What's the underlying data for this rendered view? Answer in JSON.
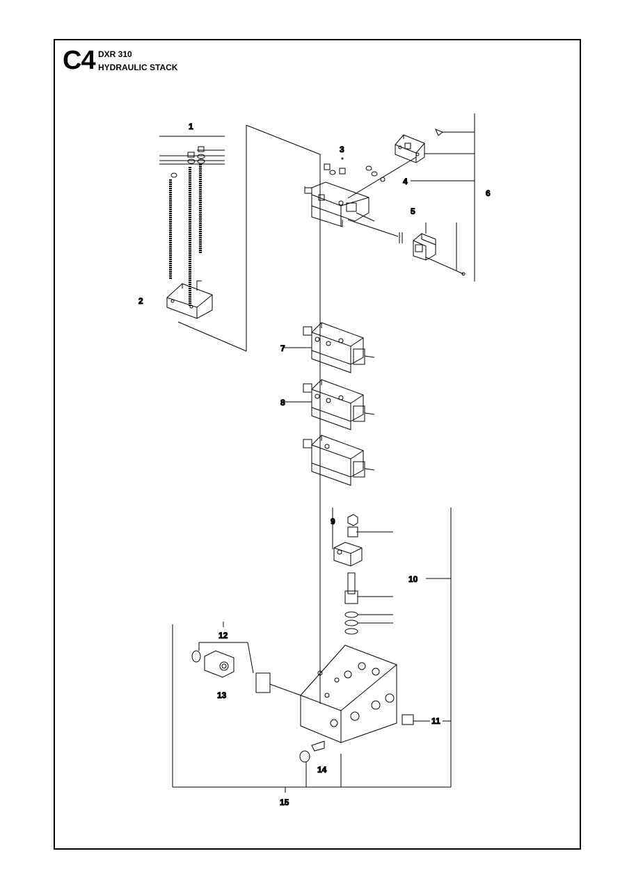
{
  "header": {
    "section_code": "C4",
    "model": "DXR 310",
    "title": "HYDRAULIC STACK"
  },
  "callouts": [
    "1",
    "2",
    "3",
    "4",
    "5",
    "6",
    "7",
    "8",
    "9",
    "10",
    "11",
    "12",
    "13",
    "14",
    "15"
  ],
  "colors": {
    "ink": "#000000",
    "paper": "#ffffff"
  }
}
